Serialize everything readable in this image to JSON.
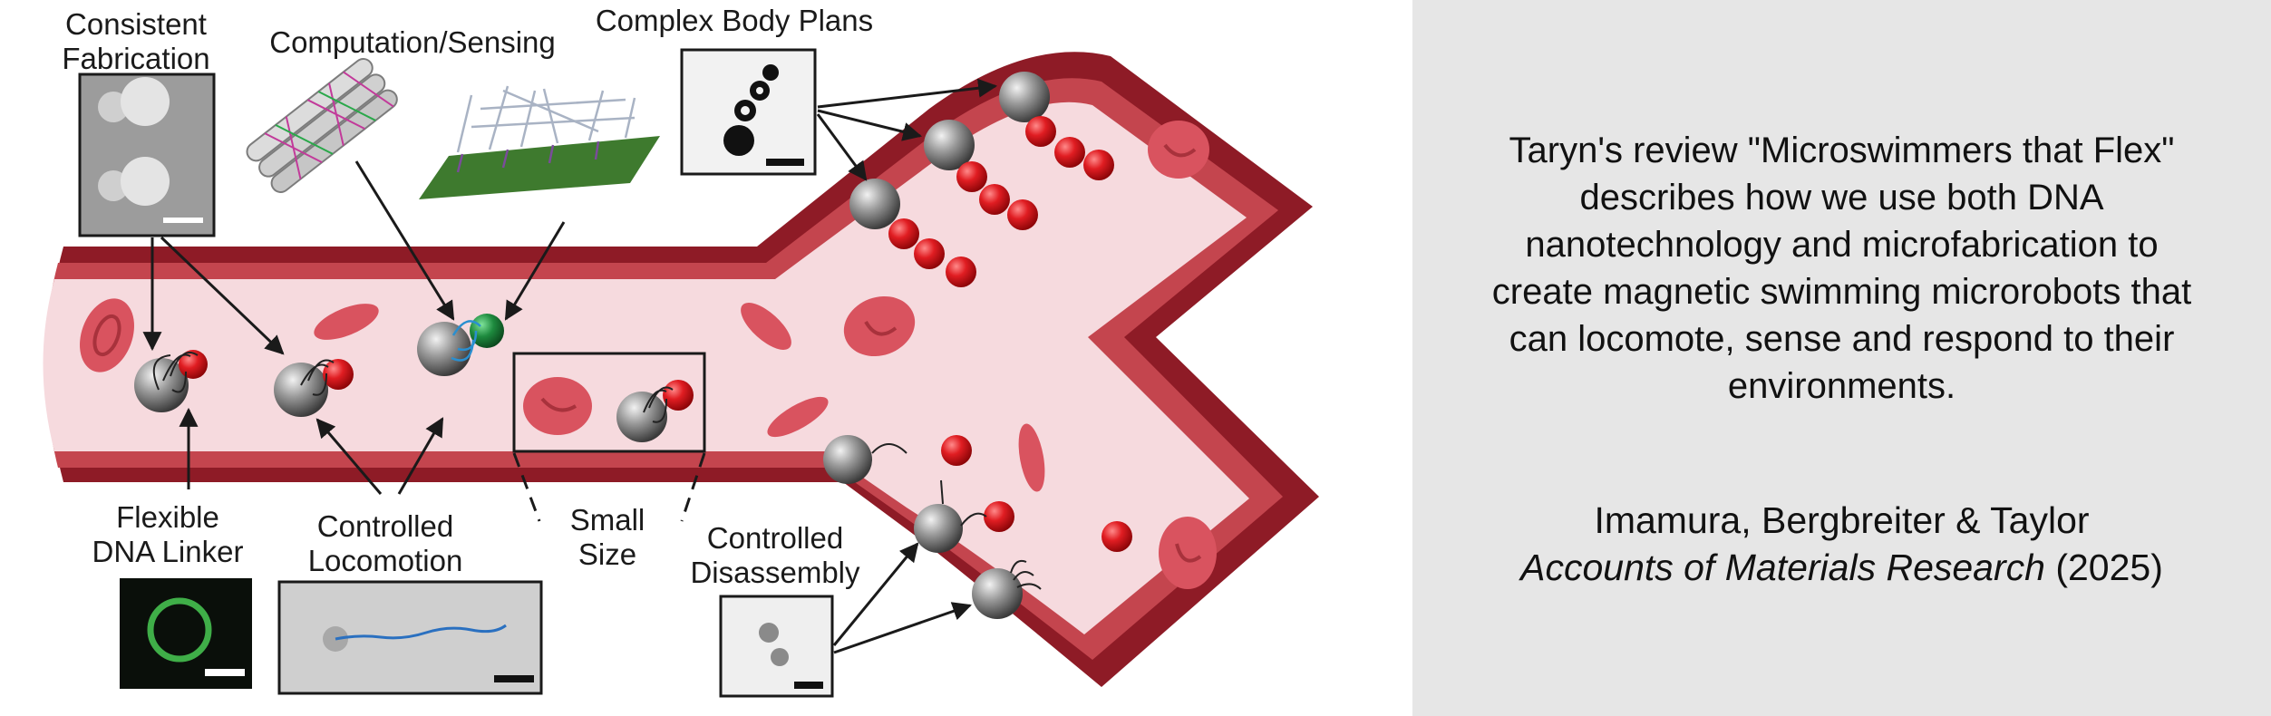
{
  "labels": {
    "consistent_fabrication": "Consistent\nFabrication",
    "computation_sensing": "Computation/Sensing",
    "complex_body_plans": "Complex Body Plans",
    "flexible_dna_linker": "Flexible\nDNA Linker",
    "controlled_locomotion": "Controlled\nLocomotion",
    "small_size": "Small\nSize",
    "controlled_disassembly": "Controlled\nDisassembly"
  },
  "panel": {
    "description": "Taryn's review \"Microswimmers that Flex\" describes how we use both DNA nanotechnology and microfabrication to create magnetic swimming microrobots that can locomote, sense and respond to their environments.",
    "authors": "Imamura, Bergbreiter & Taylor",
    "journal": "Accounts of Materials Research",
    "year": "(2025)"
  },
  "colors": {
    "vessel_wall_dark": "#8e1b26",
    "vessel_wall_mid": "#c4454e",
    "vessel_lumen": "#f6dade",
    "red_blood_cell": "#d9535f",
    "bead_red": "#d8151b",
    "bead_gray": "#8a8a8a",
    "sensor_green": "#1e8a3e",
    "panel_bg": "#e6e6e6"
  }
}
